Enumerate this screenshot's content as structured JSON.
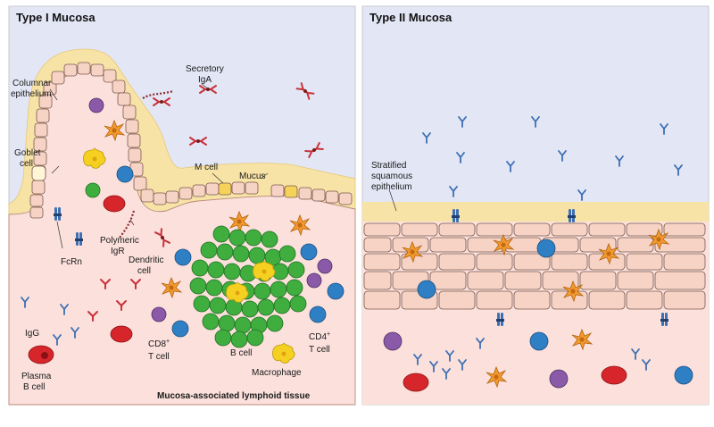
{
  "panels": {
    "left": {
      "title": "Type I Mucosa",
      "labels": {
        "columnar_1": "Columnar",
        "columnar_2": "epithelium",
        "secretory_1": "Secretory",
        "secretory_2": "IgA",
        "goblet_1": "Goblet",
        "goblet_2": "cell",
        "m_cell": "M cell",
        "mucus": "Mucus",
        "polymeric_1": "Polymeric",
        "polymeric_2": "IgR",
        "dendritic_1": "Dendritic",
        "dendritic_2": "cell",
        "fcrn": "FcRn",
        "igg": "IgG",
        "cd8_1": "CD8",
        "cd8_sup": "+",
        "cd8_2": "T cell",
        "b_cell": "B cell",
        "cd4_1": "CD4",
        "cd4_sup": "+",
        "cd4_2": "T cell",
        "plasma_1": "Plasma",
        "plasma_2": "B cell",
        "macrophage": "Macrophage",
        "malt": "Mucosa-associated lymphoid tissue"
      }
    },
    "right": {
      "title": "Type II Mucosa",
      "labels": {
        "stratified_1": "Stratified",
        "stratified_2": "squamous",
        "stratified_3": "epithelium"
      }
    }
  },
  "colors": {
    "lumen": "#e3e6f5",
    "mucus": "#f8e3a6",
    "tissue": "#fbe0dc",
    "cell_fill": "#f6d3c4",
    "cell_line": "#7a5a50",
    "b_cell": "#3fae3f",
    "t_cell": "#2f7fc4",
    "plasma": "#d7262b",
    "macrophage": "#f5d020",
    "dendritic": "#f29a2e",
    "goblet": "#8a5aa8",
    "antibody_red": "#c8323a",
    "antibody_blue": "#3c6fb3"
  }
}
